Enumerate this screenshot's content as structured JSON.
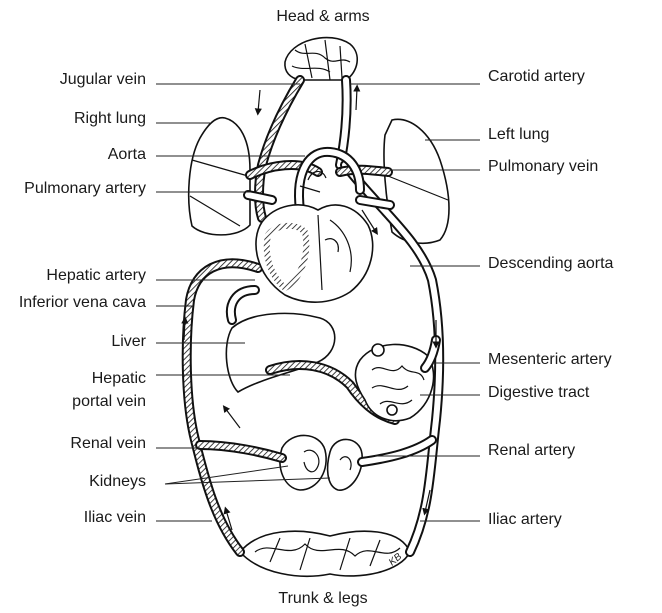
{
  "labels": {
    "head_arms": "Head & arms",
    "trunk_legs": "Trunk & legs",
    "jugular_vein": "Jugular vein",
    "right_lung": "Right lung",
    "aorta": "Aorta",
    "pulmonary_artery": "Pulmonary artery",
    "hepatic_artery": "Hepatic artery",
    "inferior_vena_cava": "Inferior vena cava",
    "liver": "Liver",
    "hepatic_portal_vein_1": "Hepatic",
    "hepatic_portal_vein_2": "portal vein",
    "renal_vein": "Renal vein",
    "kidneys": "Kidneys",
    "iliac_vein": "Iliac vein",
    "carotid_artery": "Carotid artery",
    "left_lung": "Left lung",
    "pulmonary_vein": "Pulmonary vein",
    "descending_aorta": "Descending aorta",
    "mesenteric_artery": "Mesenteric artery",
    "digestive_tract": "Digestive tract",
    "renal_artery": "Renal artery",
    "iliac_artery": "Iliac artery"
  },
  "signature": "KB"
}
